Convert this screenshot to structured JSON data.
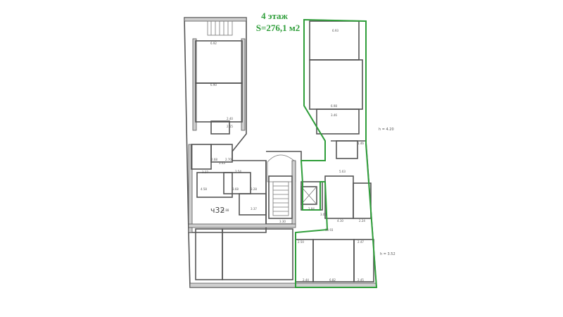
{
  "header": {
    "floor_label": "4 этаж",
    "area_label": "S=276,1 м2"
  },
  "highlight_color": "#2f9e3a",
  "plan": {
    "center_label": "ч32",
    "heights": [
      "h = 4.20",
      "h = 3.52"
    ],
    "dims": [
      "6.92",
      "6.90",
      "6.93",
      "6.98",
      "2.40",
      "2.55",
      "3.46",
      "5.63",
      "1.46",
      "3.27",
      "2.68",
      "2.70",
      "3.43",
      "2.54",
      "4.58",
      "3.68",
      "3.28",
      "3.37",
      "11.88",
      "3.30",
      "2.84",
      "3.06",
      "10.93",
      "4.10",
      "2.24",
      "2.50",
      "2.47",
      "2.44",
      "2.45",
      "6.82"
    ]
  }
}
